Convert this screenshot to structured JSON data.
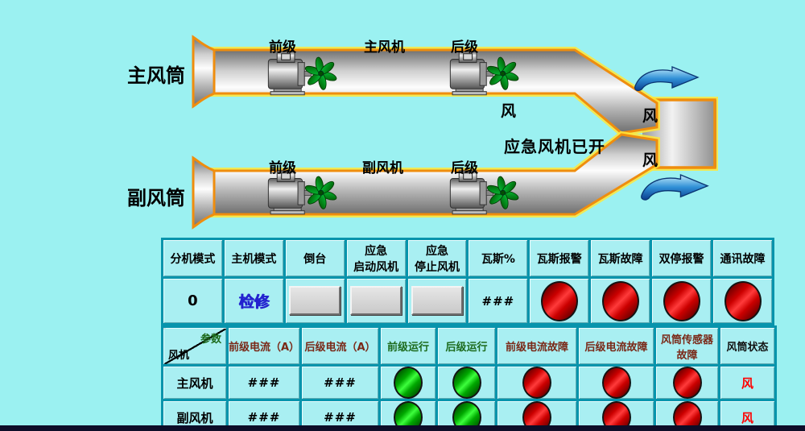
{
  "colors": {
    "background": "#9BF1F1",
    "cell_bg": "#A9EFF2",
    "grid": "#0794AC",
    "button_face": "#c9c9c9",
    "led_red": "#cc0000",
    "led_red_bright": "#ff3b3b",
    "led_red_dark": "#4d0000",
    "led_green": "#00a800",
    "led_green_bright": "#3dff3d",
    "led_green_dark": "#003d00",
    "host_mode_text": "#2323cf",
    "duct_status_text": "#ff0000",
    "duct_border": "#ef8d0e"
  },
  "diagram": {
    "main_duct_label": "主风筒",
    "aux_duct_label": "副风筒",
    "main_front_label": "前级",
    "main_fan_label": "主风机",
    "main_rear_label": "后级",
    "aux_front_label": "前级",
    "aux_fan_label": "副风机",
    "aux_rear_label": "后级",
    "wind_main": "风",
    "emergency_status": "应急风机已开",
    "wind_outlet_top": "风",
    "wind_outlet_bottom": "风"
  },
  "table1": {
    "headers": [
      "分机模式",
      "主机模式",
      "倒台",
      "应急\n启动风机",
      "应急\n停止风机",
      "瓦斯%",
      "瓦斯报警",
      "瓦斯故障",
      "双停报警",
      "通讯故障"
    ],
    "row": {
      "sub_mode": "0",
      "host_mode": "检修",
      "gas_percent": "###",
      "gas_alarm": "red",
      "gas_fault": "red",
      "double_stop_alarm": "red",
      "comm_fault": "red"
    }
  },
  "table2": {
    "corner_top": "参数",
    "corner_bottom": "风机",
    "headers": [
      {
        "label": "前级电流（A）",
        "color": "#7a2817"
      },
      {
        "label": "后级电流（A）",
        "color": "#7a2817"
      },
      {
        "label": "前级运行",
        "color": "#1d6b1d"
      },
      {
        "label": "后级运行",
        "color": "#1d6b1d"
      },
      {
        "label": "前级电流故障",
        "color": "#7a2817"
      },
      {
        "label": "后级电流故障",
        "color": "#7a2817"
      },
      {
        "label": "风筒传感器\n故障",
        "color": "#7a2817"
      },
      {
        "label": "风筒状态",
        "color": "#111111"
      }
    ],
    "rows": [
      {
        "name": "主风机",
        "front_current": "###",
        "rear_current": "###",
        "front_run": "green",
        "rear_run": "green",
        "front_current_fault": "red",
        "rear_current_fault": "red",
        "duct_sensor_fault": "red",
        "duct_status": "风"
      },
      {
        "name": "副风机",
        "front_current": "###",
        "rear_current": "###",
        "front_run": "green",
        "rear_run": "green",
        "front_current_fault": "red",
        "rear_current_fault": "red",
        "duct_sensor_fault": "red",
        "duct_status": "风"
      }
    ]
  }
}
